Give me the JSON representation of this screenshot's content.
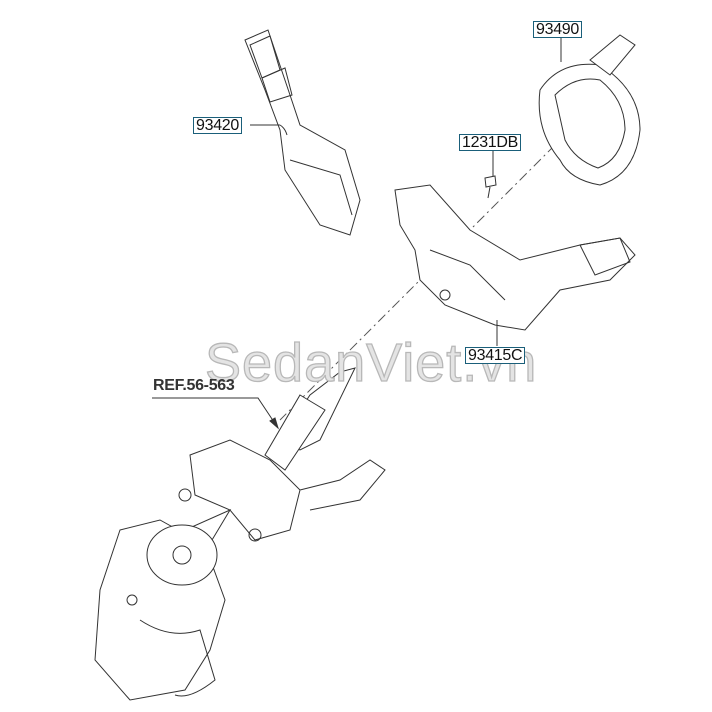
{
  "diagram": {
    "parts": [
      {
        "id": "part-93490",
        "label": "93490"
      },
      {
        "id": "part-93420",
        "label": "93420"
      },
      {
        "id": "part-1231DB",
        "label": "1231DB"
      },
      {
        "id": "part-93415C",
        "label": "93415C"
      }
    ],
    "reference": "REF.56-563"
  },
  "watermark": "SedanViet.vn",
  "colors": {
    "label_border": "#1a5f7a",
    "line": "#333333"
  }
}
